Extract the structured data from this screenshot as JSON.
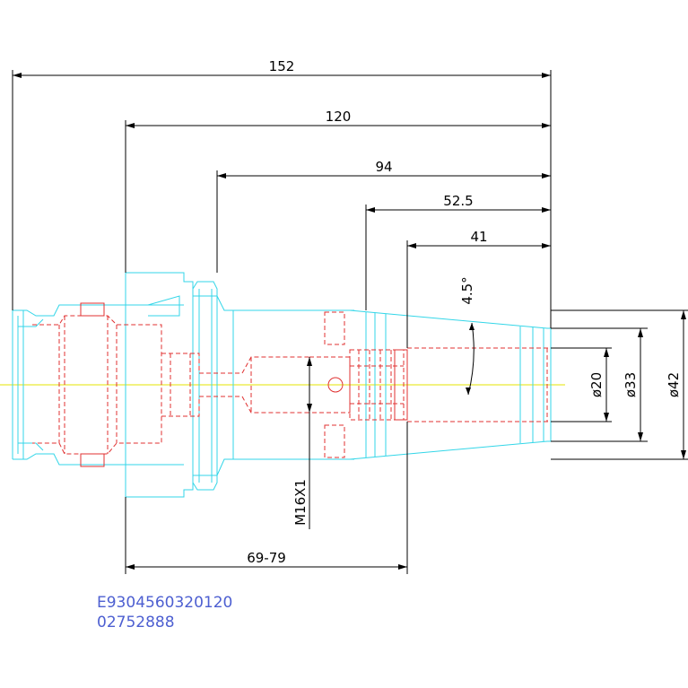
{
  "dimensions": {
    "total_length": "152",
    "gauge_length": "120",
    "flange_to_tip": "94",
    "taper_length": "52.5",
    "nose_length": "41",
    "taper_angle": "4.5°",
    "bore_diameter": "ø20",
    "nose_diameter": "ø33",
    "body_diameter": "ø42",
    "thread": "M16X1",
    "adjust_range": "69-79"
  },
  "identifiers": {
    "article_number": "E9304560320120",
    "order_code": "02752888"
  },
  "colors": {
    "outline": "#33d6e8",
    "hidden": "#e03030",
    "centerline": "#e6e600",
    "dimension": "#000000",
    "identifier": "#4d5fd1"
  }
}
